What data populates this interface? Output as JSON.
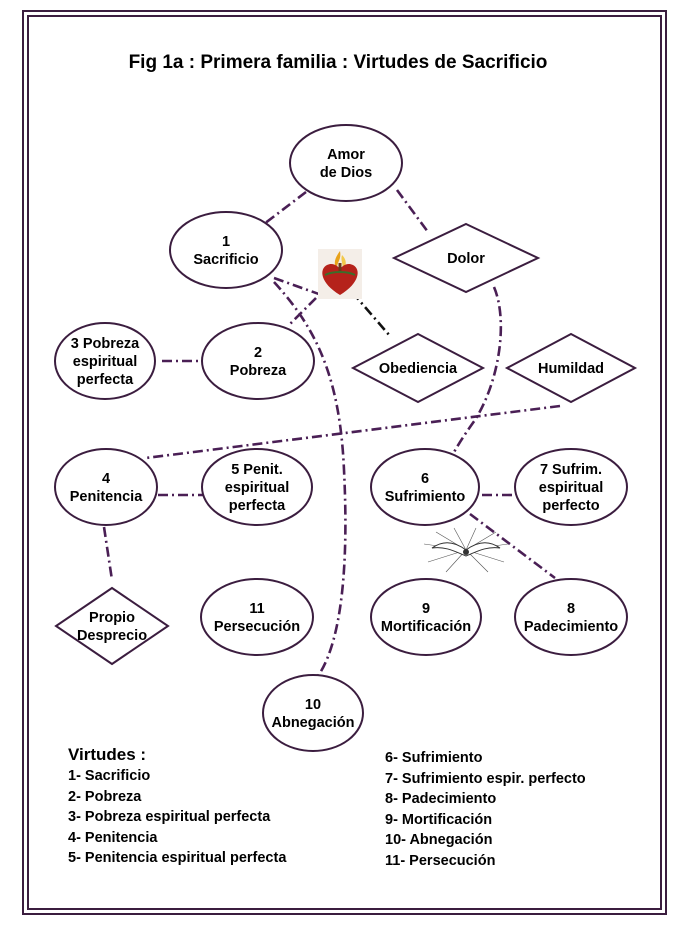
{
  "title": "Fig 1a : Primera familia  : Virtudes de Sacrificio",
  "colors": {
    "frame": "#3b1d3f",
    "node_stroke": "#3b1d3f",
    "connector": "#4a1f55",
    "heart": "#b5221b",
    "flame": "#e8a21a"
  },
  "nodes": [
    {
      "id": "amor",
      "shape": "ellipse",
      "lines": [
        "Amor",
        "de Dios"
      ]
    },
    {
      "id": "sacrificio",
      "shape": "ellipse",
      "lines": [
        "1",
        "Sacrificio"
      ]
    },
    {
      "id": "dolor",
      "shape": "diamond",
      "lines": [
        "Dolor"
      ]
    },
    {
      "id": "pobreza_esp",
      "shape": "ellipse",
      "lines": [
        "3 Pobreza",
        "espiritual",
        "perfecta"
      ]
    },
    {
      "id": "pobreza",
      "shape": "ellipse",
      "lines": [
        "2",
        "Pobreza"
      ]
    },
    {
      "id": "obediencia",
      "shape": "diamond",
      "lines": [
        "Obediencia"
      ]
    },
    {
      "id": "humildad",
      "shape": "diamond",
      "lines": [
        "Humildad"
      ]
    },
    {
      "id": "penitencia",
      "shape": "ellipse",
      "lines": [
        "4",
        "Penitencia"
      ]
    },
    {
      "id": "penit_esp",
      "shape": "ellipse",
      "lines": [
        "5 Penit.",
        "espiritual",
        "perfecta"
      ]
    },
    {
      "id": "sufrimiento",
      "shape": "ellipse",
      "lines": [
        "6",
        "Sufrimiento"
      ]
    },
    {
      "id": "sufrim_esp",
      "shape": "ellipse",
      "lines": [
        "7 Sufrim.",
        "espiritual",
        "perfecto"
      ]
    },
    {
      "id": "propio",
      "shape": "diamond",
      "lines": [
        "Propio",
        "Desprecio"
      ]
    },
    {
      "id": "persecucion",
      "shape": "ellipse",
      "lines": [
        "11",
        "Persecución"
      ]
    },
    {
      "id": "mortificacion",
      "shape": "ellipse",
      "lines": [
        "9",
        "Mortificación"
      ]
    },
    {
      "id": "padecimiento",
      "shape": "ellipse",
      "lines": [
        "8",
        "Padecimiento"
      ]
    },
    {
      "id": "abnegacion",
      "shape": "ellipse",
      "lines": [
        "10",
        "Abnegación"
      ]
    }
  ],
  "edges": [
    {
      "from": "amor",
      "to": "sacrificio"
    },
    {
      "from": "amor",
      "to": "dolor"
    },
    {
      "from": "sacrificio",
      "to": "obediencia"
    },
    {
      "from": "sacrificio",
      "to": "abnegacion"
    },
    {
      "from": "heart",
      "to": "pobreza"
    },
    {
      "from": "pobreza_esp",
      "to": "pobreza"
    },
    {
      "from": "dolor",
      "to": "sufrimiento"
    },
    {
      "from": "humildad",
      "to": "penitencia"
    },
    {
      "from": "penitencia",
      "to": "penit_esp"
    },
    {
      "from": "penitencia",
      "to": "propio"
    },
    {
      "from": "sufrimiento",
      "to": "sufrim_esp"
    },
    {
      "from": "sufrimiento",
      "to": "padecimiento"
    }
  ],
  "images": [
    {
      "id": "heart",
      "icon": "sacred-heart-icon"
    },
    {
      "id": "dove",
      "icon": "holy-spirit-dove-icon"
    }
  ],
  "legend": {
    "title": "Virtudes :",
    "left": [
      "1- Sacrificio",
      "2- Pobreza",
      "3- Pobreza espiritual perfecta",
      "4- Penitencia",
      "5- Penitencia espiritual perfecta"
    ],
    "right": [
      "6- Sufrimiento",
      "7- Sufrimiento espir. perfecto",
      "8- Padecimiento",
      "9- Mortificación",
      "10- Abnegación",
      "11- Persecución"
    ]
  }
}
